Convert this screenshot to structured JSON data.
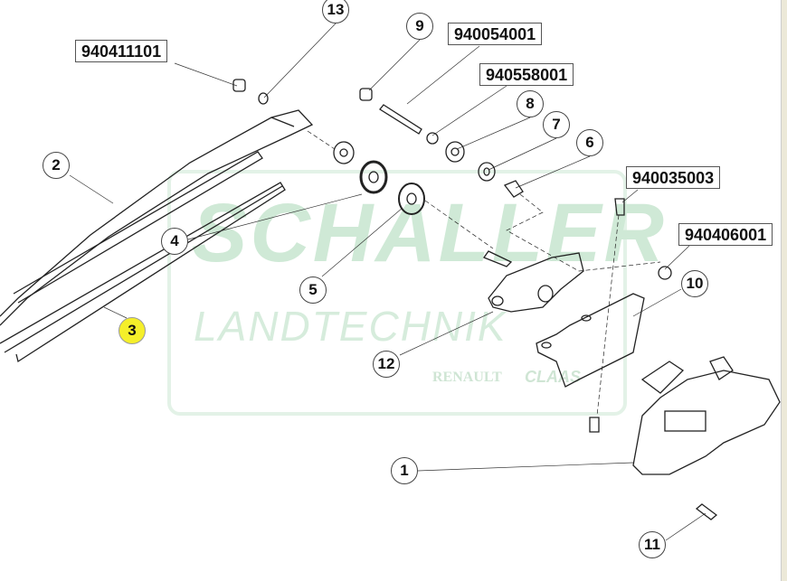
{
  "watermark": {
    "line1": "SCHALLER",
    "line2": "LANDTECHNIK",
    "brand1": "RENAULT",
    "brand2": "CLAAS"
  },
  "callouts": [
    {
      "label": "13",
      "highlighted": false
    },
    {
      "label": "9",
      "highlighted": false
    },
    {
      "label": "8",
      "highlighted": false
    },
    {
      "label": "7",
      "highlighted": false
    },
    {
      "label": "6",
      "highlighted": false
    },
    {
      "label": "2",
      "highlighted": false
    },
    {
      "label": "4",
      "highlighted": false
    },
    {
      "label": "5",
      "highlighted": false
    },
    {
      "label": "10",
      "highlighted": false
    },
    {
      "label": "3",
      "highlighted": true
    },
    {
      "label": "12",
      "highlighted": false
    },
    {
      "label": "1",
      "highlighted": false
    },
    {
      "label": "11",
      "highlighted": false
    }
  ],
  "part_numbers": [
    "940411101",
    "940054001",
    "940558001",
    "940035003",
    "940406001"
  ],
  "colors": {
    "highlight": "#f5ef2a",
    "watermark": "#cfe9d6",
    "line": "#222222"
  }
}
